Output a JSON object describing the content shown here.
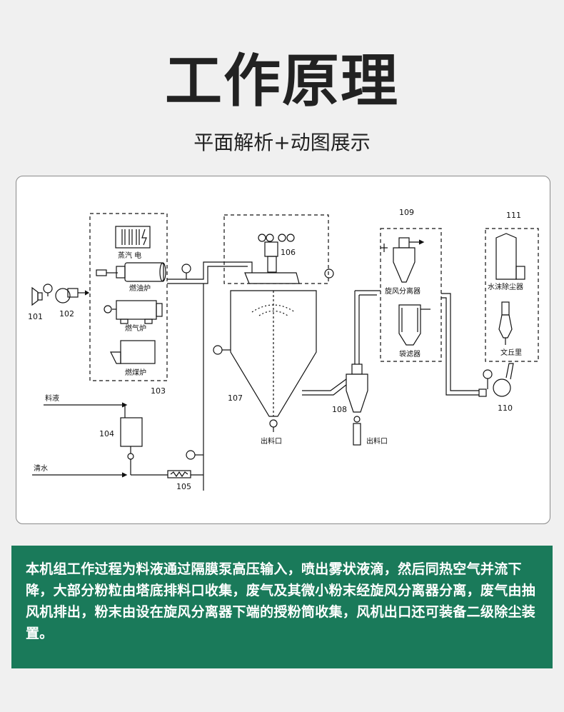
{
  "header": {
    "title": "工作原理",
    "subtitle": "平面解析+动图展示"
  },
  "diagram": {
    "numbers": {
      "n101": "101",
      "n102": "102",
      "n103": "103",
      "n104": "104",
      "n105": "105",
      "n106": "106",
      "n107": "107",
      "n108": "108",
      "n109": "109",
      "n110": "110",
      "n111": "111"
    },
    "labels": {
      "steam_electric": "蒸汽 电",
      "oil_furnace": "燃油炉",
      "gas_furnace": "燃气炉",
      "coal_furnace": "燃煤炉",
      "feed_liquid": "料液",
      "clean_water": "清水",
      "outlet_1": "出料口",
      "outlet_2": "出料口",
      "cyclone_separator": "旋风分离器",
      "bag_filter": "袋滤器",
      "water_film_dust_remover": "水沫除尘器",
      "venturi": "文丘里"
    }
  },
  "description": {
    "text": "本机组工作过程为料液通过隔膜泵高压输入，喷出雾状液滴，然后同热空气并流下降，大部分粉粒由塔底排料口收集，废气及其微小粉末经旋风分离器分离，废气由抽风机排出，粉末由设在旋风分离器下端的授粉筒收集，风机出口还可装备二级除尘装置。"
  },
  "colors": {
    "page_background": "#f0f0f0",
    "description_background": "#1a7a5a",
    "description_text": "#ffffff"
  }
}
